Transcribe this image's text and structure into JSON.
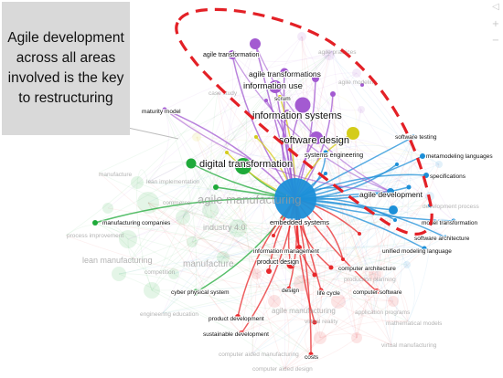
{
  "callout": {
    "text": "Agile development across all areas involved is the key to restructuring"
  },
  "colors": {
    "background": "#ffffff",
    "callout_bg": "#d9d9d9",
    "highlight_dash": "#e32026",
    "cluster_purple": "#a35ad1",
    "cluster_yellow": "#d4cc1a",
    "cluster_green": "#1faa3a",
    "cluster_blue": "#1c8fd8",
    "cluster_red": "#e8282b"
  },
  "nav_icons": [
    "triangle-left-icon",
    "plus-icon",
    "minus-icon"
  ],
  "terms": {
    "agile_practices": "agile practices",
    "agile_transformation": "agile transformation",
    "agile_transformations": "agile transformations",
    "agile_modeling": "agile modeling",
    "information_use": "information use",
    "case_study": "case study",
    "scrum": "scrum",
    "maturity_model": "maturity model",
    "information_systems": "information systems",
    "software_design": "software design",
    "software_testing": "software testing",
    "metamodeling_languages": "metamodeling languages",
    "systems_engineering": "systems engineering",
    "specifications": "specifications",
    "digital_transformation": "digital transformation",
    "manufacture": "manufacture",
    "lean_implementation": "lean implementation",
    "agile_manufacturing": "agile manufacturing",
    "agile_development": "agile development",
    "development_process": "development process",
    "commerce": "commerce",
    "embedded_systems": "embedded systems",
    "model_transformation": "model transformation",
    "manufacturing_companies": "manufacturing companies",
    "industry_4_0": "industry 4.0",
    "software_architecture": "software architecture",
    "process_improvement": "process improvement",
    "unified_modeling_language": "unified modeling language",
    "information_management": "information management",
    "product_design": "product design",
    "lean_manufacturing": "lean manufacturing",
    "manufacture_dim": "manufacture",
    "computer_architecture": "computer architecture",
    "competition": "competition",
    "production_planning": "production planning",
    "cyber_physical_system": "cyber physical system",
    "design": "design",
    "life_cycle": "life cycle",
    "computer_software": "computer software",
    "engineering_education": "engineering education",
    "agile_manufacturing_dim": "agile manufacturing",
    "application_programs": "application programs",
    "product_development": "product development",
    "virtual_reality": "virtual reality",
    "mathematical_models": "mathematical models",
    "sustainable_development": "sustainable development",
    "costs": "costs",
    "virtual_manufacturing": "virtual manufacturing",
    "computer_aided_manufacturing": "computer aided manufacturing",
    "computer_aided_design": "computer aided design"
  }
}
